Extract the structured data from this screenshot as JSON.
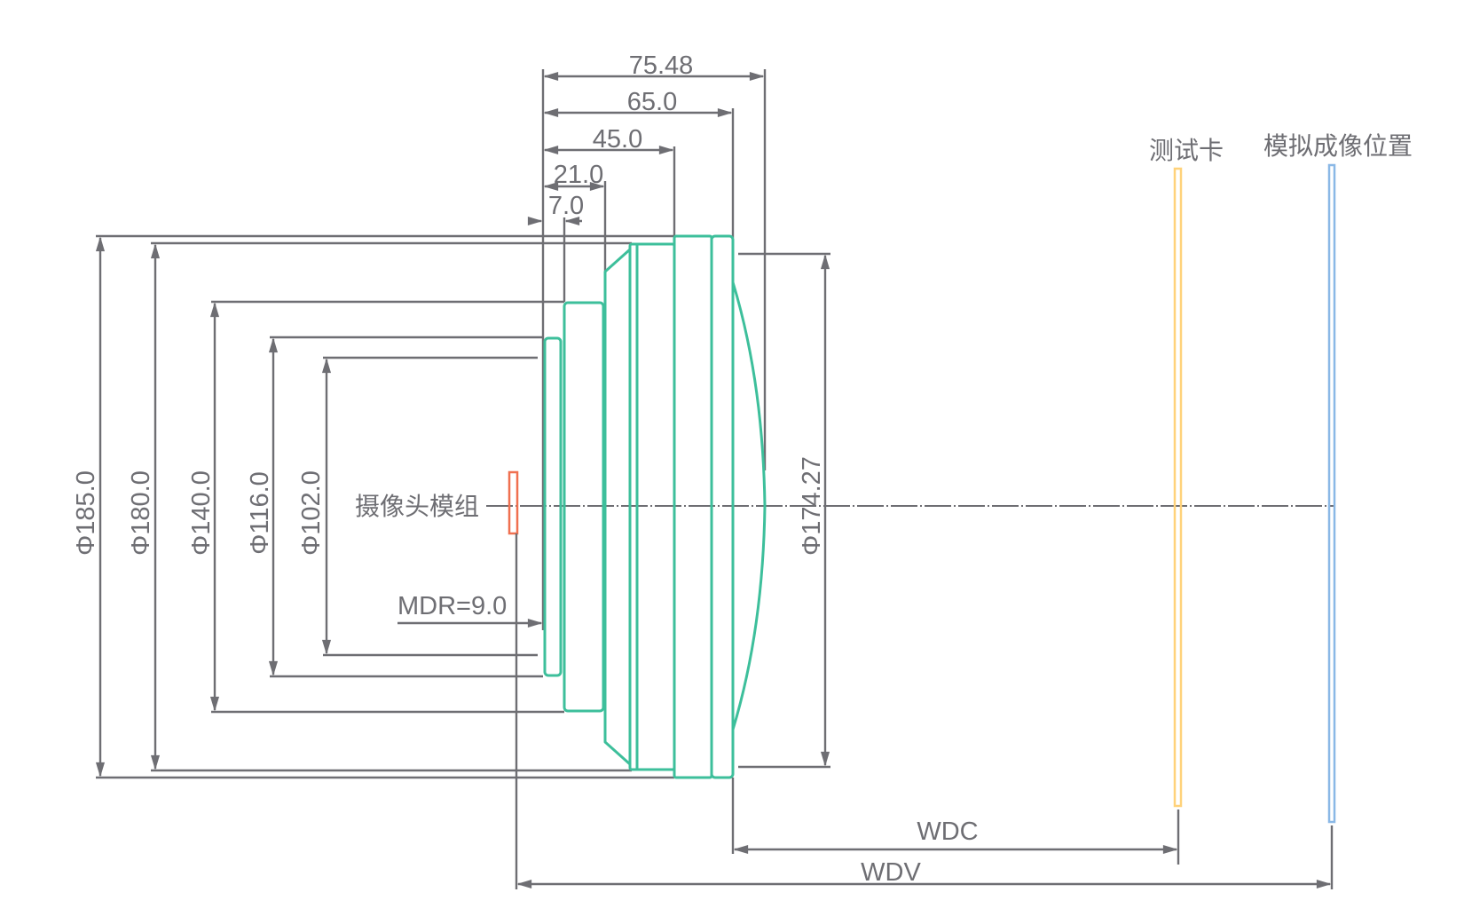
{
  "diagram": {
    "type": "lens dimension drawing",
    "colors": {
      "dimension_line": "#6e6e73",
      "lens_outline": "#3dbf9b",
      "camera_module": "#f07050",
      "test_card": "#ffd27a",
      "virtual_image": "#8ab8e6"
    },
    "length_dims": [
      {
        "value": "75.48"
      },
      {
        "value": "65.0"
      },
      {
        "value": "45.0"
      },
      {
        "value": "21.0"
      },
      {
        "value": "7.0"
      }
    ],
    "diameter_dims": [
      {
        "value": "Φ185.0"
      },
      {
        "value": "Φ180.0"
      },
      {
        "value": "Φ140.0"
      },
      {
        "value": "Φ116.0"
      },
      {
        "value": "Φ102.0"
      }
    ],
    "front_diameter": "Φ174.27",
    "mdr_label": "MDR=9.0",
    "camera_module_label": "摄像头模组",
    "test_card_label": "测试卡",
    "virtual_image_label": "模拟成像位置",
    "wdc_label": "WDC",
    "wdv_label": "WDV"
  }
}
